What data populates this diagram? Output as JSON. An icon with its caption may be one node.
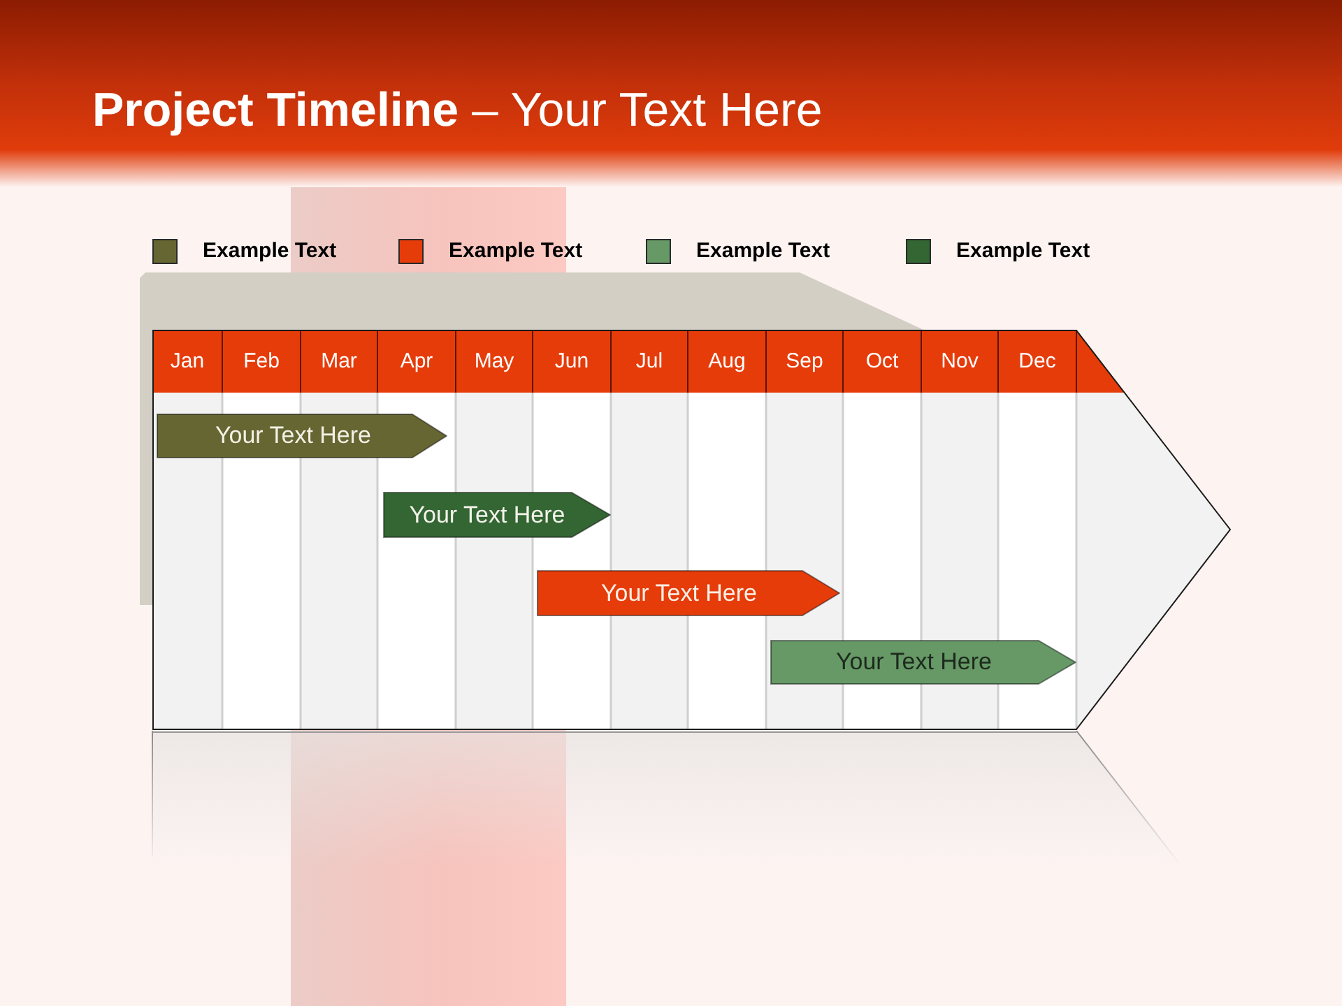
{
  "diagram": {
    "title": "**Project Timeline** – Your Text Here",
    "nodes": [
      {
        "text": [],
        "shape": "arrow"
      },
      {
        "text": [
          "Your Text Here"
        ],
        "in": 0
      },
      {
        "text": [
          "Your Text Here"
        ],
        "in": 0
      },
      {
        "text": [
          "Your Text Here"
        ],
        "in": 0
      },
      {
        "text": [
          "Your Text Here"
        ],
        "in": 0
      }
    ],
    "labels": [
      "Jan",
      "Feb",
      "Mar",
      "Apr",
      "May",
      "Jun",
      "Jul",
      "Aug",
      "Sep",
      "Oct",
      "Nov",
      "Dec"
    ],
    "legend": [
      {
        "text": "Example Text",
        "color": "#666633"
      },
      {
        "text": "Example Text",
        "color": "#e63c0a"
      },
      {
        "text": "Example Text",
        "color": "#669966"
      },
      {
        "text": "Example Text",
        "color": "#336633"
      }
    ]
  }
}
